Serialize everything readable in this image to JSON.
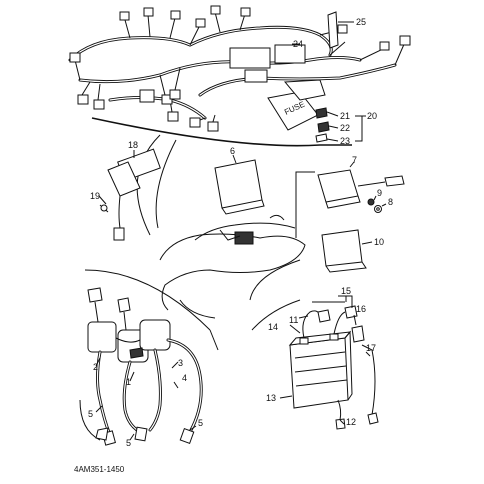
{
  "diagram": {
    "callouts": [
      "25",
      "24",
      "21",
      "20",
      "22",
      "23",
      "18",
      "6",
      "7",
      "19",
      "9",
      "8",
      "10",
      "15",
      "14",
      "11",
      "16",
      "3",
      "2",
      "1",
      "4",
      "17",
      "5",
      "13",
      "12"
    ],
    "figure_code": "4AM351-1450"
  }
}
